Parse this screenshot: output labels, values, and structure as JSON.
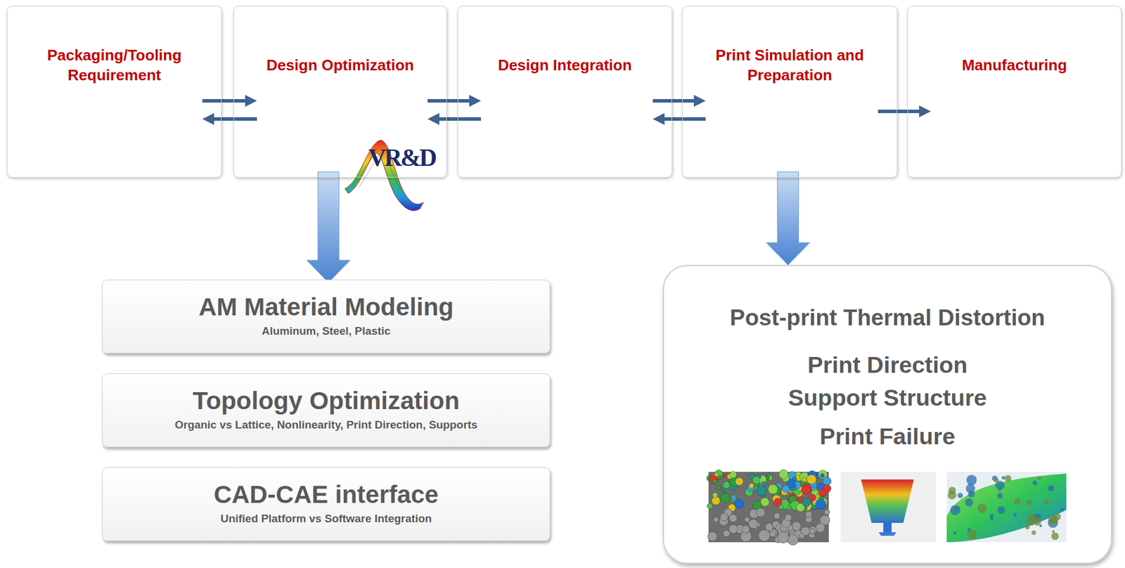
{
  "diagram": {
    "nodes": [
      {
        "text": [
          "Packaging/Tooling Requirement"
        ]
      },
      {
        "text": [
          "Design Optimization"
        ]
      },
      {
        "text": [
          "Design Integration"
        ]
      },
      {
        "text": [
          "Print Simulation and Preparation"
        ]
      },
      {
        "text": [
          "Manufacturing"
        ]
      },
      {
        "text": [
          "AM Material Modeling",
          "Aluminum, Steel, Plastic"
        ]
      },
      {
        "text": [
          "Topology Optimization",
          "Organic vs Lattice, Nonlinearity, Print Direction, Supports"
        ]
      },
      {
        "text": [
          "CAD-CAE interface",
          "Unified Platform vs Software Integration"
        ]
      },
      {
        "text": [
          "Post-print Thermal Distortion",
          "Print Direction",
          "Support Structure",
          "Print Failure"
        ]
      }
    ],
    "edges": [
      {
        "from": 0,
        "to": 1,
        "arrow": "both"
      },
      {
        "from": 1,
        "to": 2,
        "arrow": "both"
      },
      {
        "from": 2,
        "to": 3,
        "arrow": "both"
      },
      {
        "from": 3,
        "to": 4,
        "arrow": "to"
      },
      {
        "from": 1,
        "to": 5,
        "arrow": "to"
      },
      {
        "from": 3,
        "to": 8,
        "arrow": "to"
      }
    ],
    "labels": [
      "VR&D"
    ]
  }
}
